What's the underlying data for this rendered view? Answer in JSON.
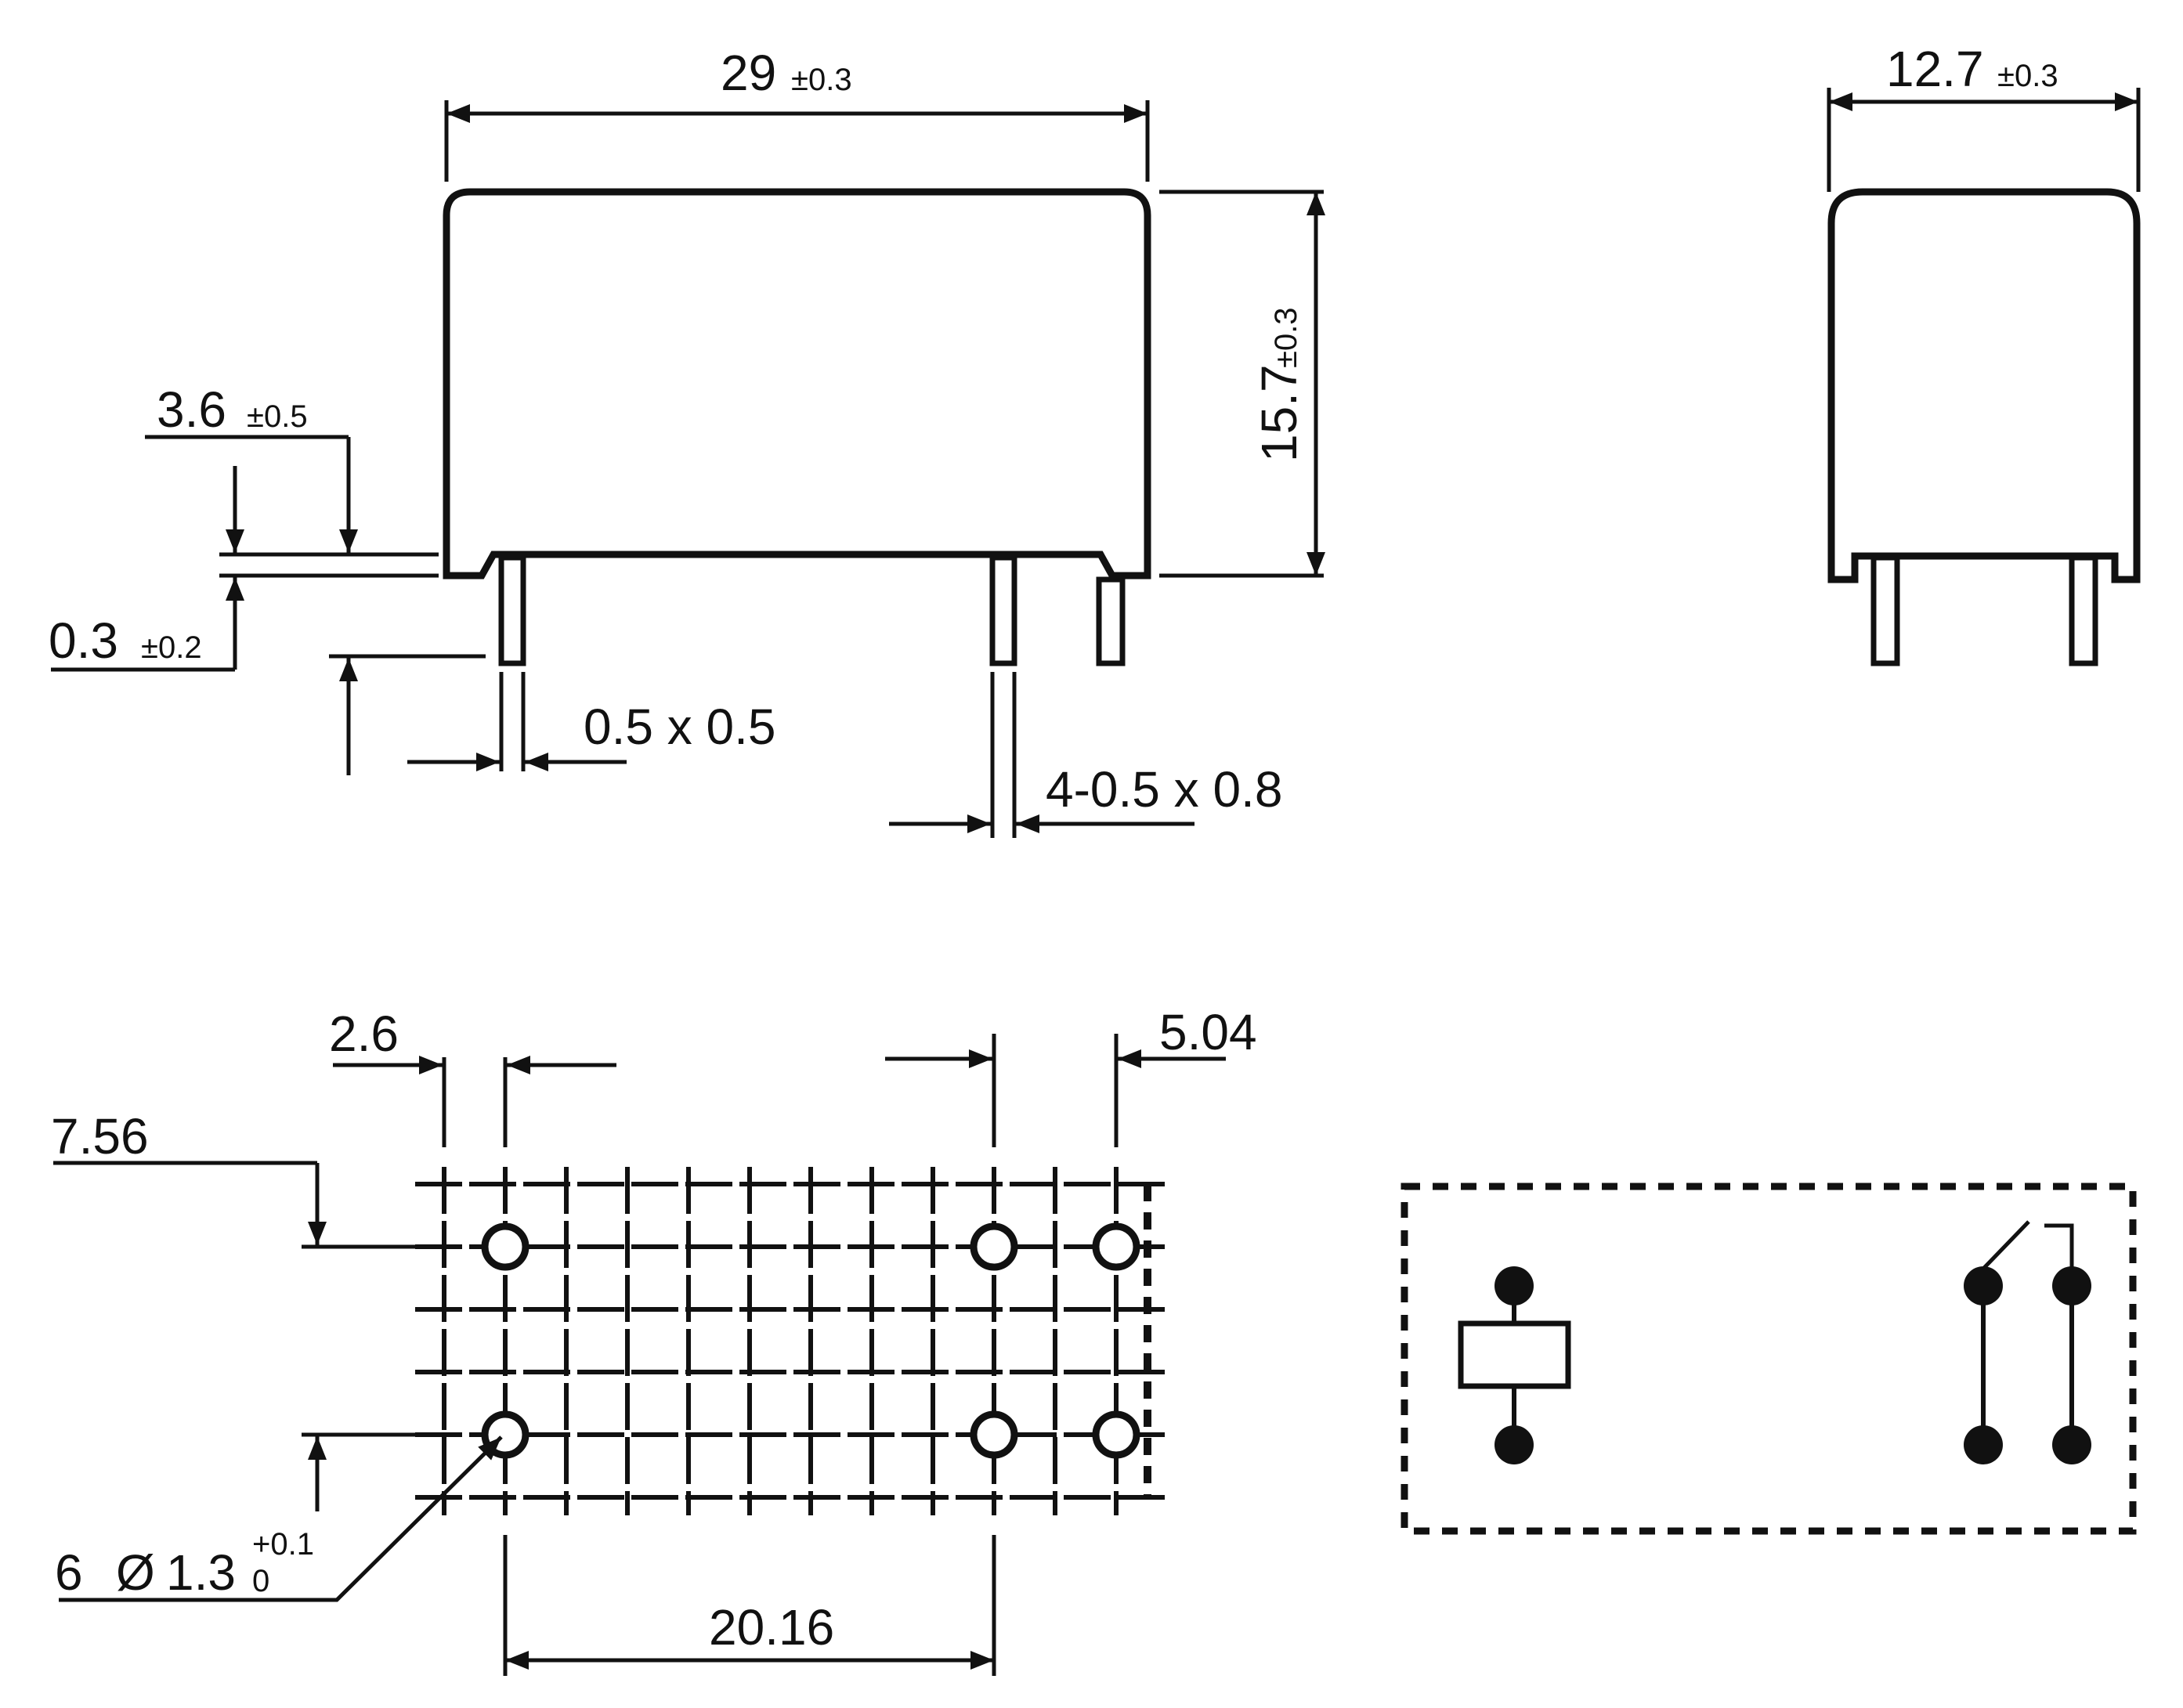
{
  "front_view": {
    "width_value": "29",
    "width_tol": "±0.3",
    "height_value": "15.7",
    "height_tol": "±0.3",
    "standoff_value": "3.6",
    "standoff_tol": "±0.5",
    "gap_value": "0.3",
    "gap_tol": "±0.2",
    "pin_small": "0.5 x 0.5",
    "pin_large": "4-0.5 x 0.8"
  },
  "side_view": {
    "depth_value": "12.7",
    "depth_tol": "±0.3"
  },
  "pcb_layout": {
    "offset_left": "2.6",
    "offset_right": "5.04",
    "row_pitch": "7.56",
    "pin_span": "20.16",
    "hole_count": "6",
    "hole_symbol": "Ø",
    "hole_value": "1.3",
    "hole_tol_upper": "+0.1",
    "hole_tol_lower": "0"
  },
  "schematic": {
    "symbol": "relay coil with SPST-NO contacts"
  },
  "colors": {
    "ink": "#111111",
    "background": "#ffffff"
  }
}
